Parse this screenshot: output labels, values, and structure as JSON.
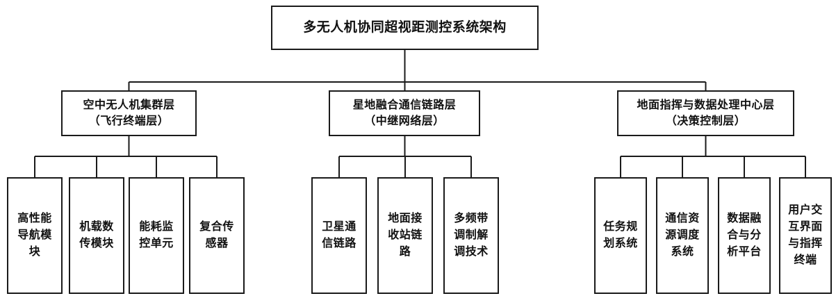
{
  "diagram": {
    "root": {
      "label": "多无人机协同超视距测控系统架构"
    },
    "branches": [
      {
        "label": "空中无人机集群层\n（飞行终端层）",
        "children": [
          {
            "label": "高性能\n导航模\n块"
          },
          {
            "label": "机载数\n传模块"
          },
          {
            "label": "能耗监\n控单元"
          },
          {
            "label": "复合传\n感器"
          }
        ]
      },
      {
        "label": "星地融合通信链路层\n（中继网络层）",
        "children": [
          {
            "label": "卫星通\n信链路"
          },
          {
            "label": "地面接\n收站链\n路"
          },
          {
            "label": "多频带\n调制解\n调技术"
          }
        ]
      },
      {
        "label": "地面指挥与数据处理中心层\n（决策控制层）",
        "children": [
          {
            "label": "任务规\n划系统"
          },
          {
            "label": "通信资\n源调度\n系统"
          },
          {
            "label": "数据融\n合与分\n析平台"
          },
          {
            "label": "用户交\n互界面\n与指挥\n终端"
          }
        ]
      }
    ],
    "line_color": "#1a1a1a"
  }
}
